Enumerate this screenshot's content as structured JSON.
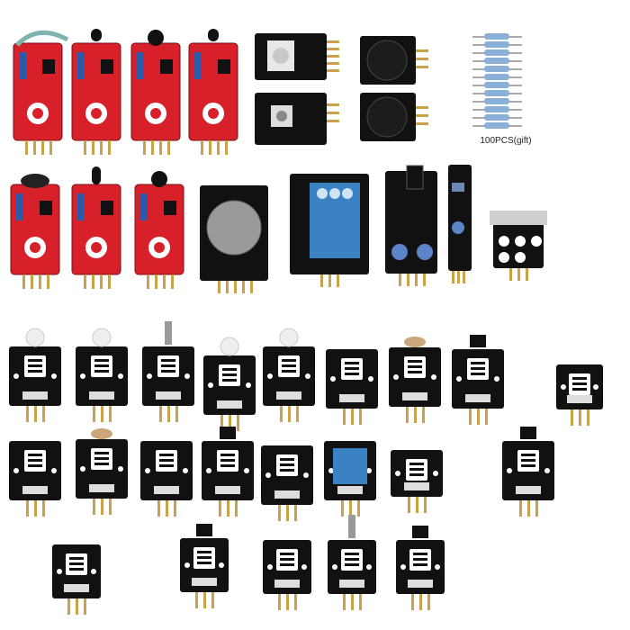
{
  "caption": "100PCS(gift)",
  "colors": {
    "red_board": "#d8202a",
    "black_board": "#111111",
    "pin": "#c9a24a",
    "blue": "#3b82c4",
    "white": "#ffffff"
  },
  "modules": [
    {
      "kind": "red",
      "item": "reed"
    },
    {
      "kind": "red",
      "item": "transistor"
    },
    {
      "kind": "red",
      "item": "sensor-dome"
    },
    {
      "kind": "red",
      "item": "transistor"
    },
    {
      "kind": "black",
      "item": "encoder"
    },
    {
      "kind": "black",
      "item": "buzzer"
    },
    {
      "kind": "black",
      "item": "button"
    },
    {
      "kind": "black",
      "item": "buzzer"
    },
    {
      "kind": "resistors",
      "item": "resistor-strip"
    },
    {
      "kind": "red",
      "item": "mic"
    },
    {
      "kind": "red",
      "item": "flame"
    },
    {
      "kind": "red",
      "item": "dome"
    },
    {
      "kind": "black",
      "item": "joystick"
    },
    {
      "kind": "black",
      "item": "relay"
    },
    {
      "kind": "black",
      "item": "ir-avoid"
    },
    {
      "kind": "black",
      "item": "track"
    },
    {
      "kind": "black",
      "item": "tilt-switch"
    },
    {
      "kind": "mini",
      "count": 9
    },
    {
      "kind": "mini",
      "count": 8
    },
    {
      "kind": "mini",
      "count": 5
    }
  ]
}
